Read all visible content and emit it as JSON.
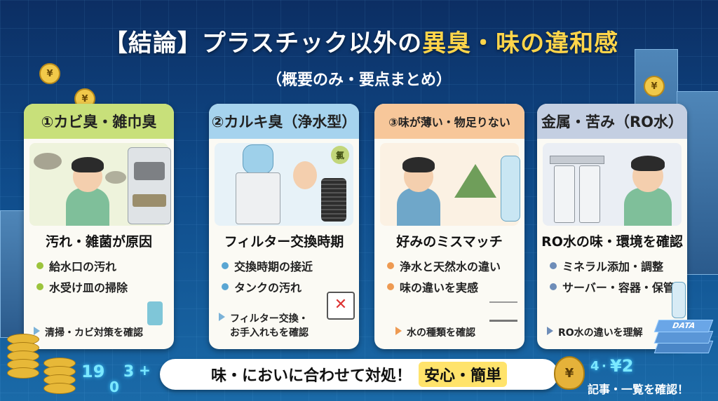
{
  "title": {
    "prefix": "【結論】プラスチック以外の",
    "highlight": "異臭・味の違和感"
  },
  "subtitle": "（概要のみ・要点まとめ）",
  "colors": {
    "card1": "#c8e07a",
    "card2": "#a6d3ee",
    "card3": "#f7c79a",
    "card4": "#c4cfe2",
    "gold": "#ffd54a"
  },
  "cards": [
    {
      "header": "①カビ臭・雑巾臭",
      "cause": "汚れ・雑菌が原因",
      "points": [
        "給水口の汚れ",
        "水受け皿の掃除"
      ],
      "note": "清掃・カビ対策を確認",
      "dot_color": "#9cc43c"
    },
    {
      "header": "②カルキ臭（浄水型）",
      "cause": "フィルター交換時期",
      "points": [
        "交換時期の接近",
        "タンクの汚れ"
      ],
      "note": "フィルター交換・\nお手入れもを確認",
      "dot_color": "#5aa6d3",
      "bubble": "氯"
    },
    {
      "header": "③味が薄い・物足りない",
      "cause": "好みのミスマッチ",
      "points": [
        "浄水と天然水の違い",
        "味の違いを実感"
      ],
      "note": "水の種類を確認",
      "dot_color": "#ee9a52"
    },
    {
      "header": "金属・苦み（RO水）",
      "cause": "RO水の味・環境を確認",
      "points": [
        "ミネラル添加・調整",
        "サーバー・容器・保管"
      ],
      "note": "RO水の違いを理解",
      "dot_color": "#6e8db8"
    }
  ],
  "banner": {
    "text": "味・においに合わせて対処！",
    "tag": "安心・簡単"
  },
  "footer": "記事・一覧を確認！",
  "deco": {
    "yen": "¥",
    "data": "DATA",
    "n1": "19",
    "n2": "0",
    "n3": "3",
    "n4": "+",
    "n5": "4",
    "n6": "·",
    "n7": "¥2"
  }
}
